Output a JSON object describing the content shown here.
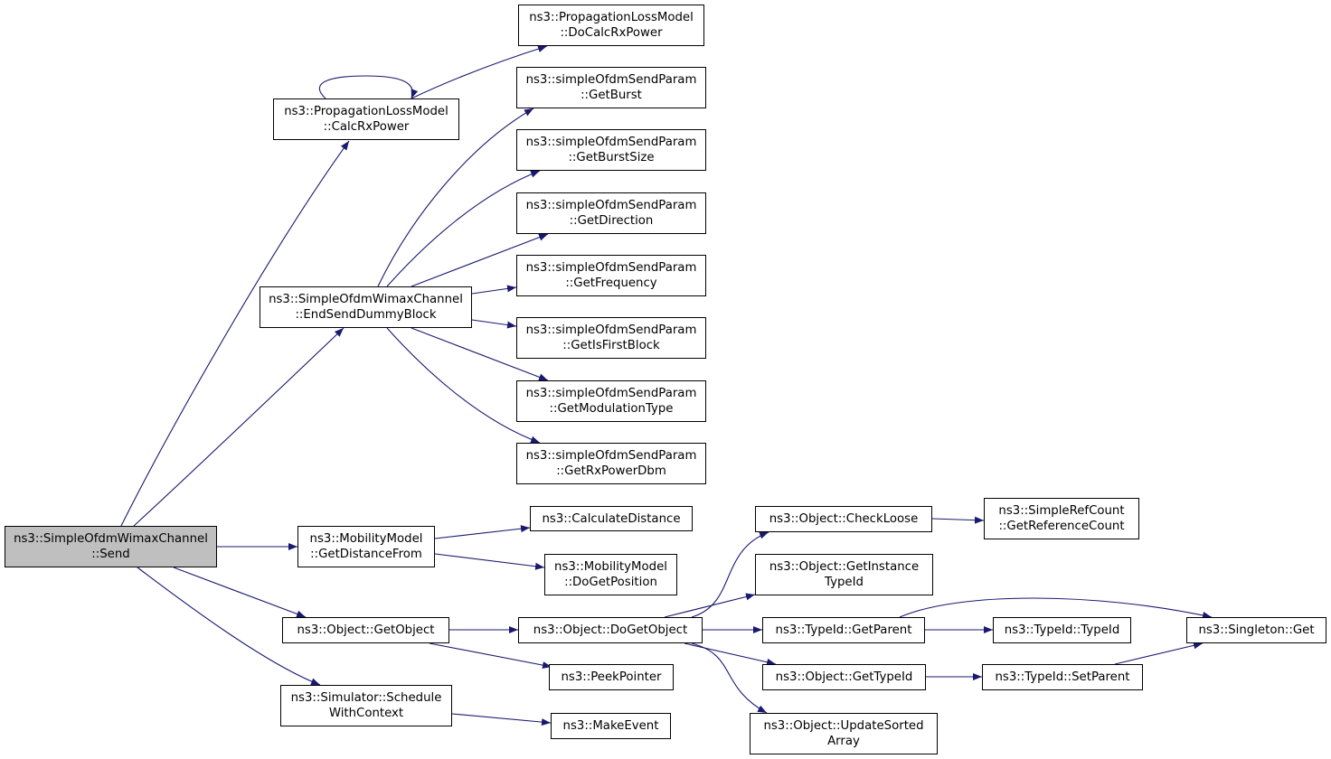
{
  "colors": {
    "edge": "#191970",
    "root_fill": "#bfbfbf",
    "node_fill": "#ffffff",
    "node_border": "#000000"
  },
  "nodes": {
    "send": [
      "ns3::SimpleOfdmWimaxChannel",
      "::Send"
    ],
    "calc_rx_power": [
      "ns3::PropagationLossModel",
      "::CalcRxPower"
    ],
    "do_calc_rx_power": [
      "ns3::PropagationLossModel",
      "::DoCalcRxPower"
    ],
    "end_send_dummy_block": [
      "ns3::SimpleOfdmWimaxChannel",
      "::EndSendDummyBlock"
    ],
    "get_burst": [
      "ns3::simpleOfdmSendParam",
      "::GetBurst"
    ],
    "get_burst_size": [
      "ns3::simpleOfdmSendParam",
      "::GetBurstSize"
    ],
    "get_direction": [
      "ns3::simpleOfdmSendParam",
      "::GetDirection"
    ],
    "get_frequency": [
      "ns3::simpleOfdmSendParam",
      "::GetFrequency"
    ],
    "get_is_first_block": [
      "ns3::simpleOfdmSendParam",
      "::GetIsFirstBlock"
    ],
    "get_modulation_type": [
      "ns3::simpleOfdmSendParam",
      "::GetModulationType"
    ],
    "get_rx_power_dbm": [
      "ns3::simpleOfdmSendParam",
      "::GetRxPowerDbm"
    ],
    "get_distance_from": [
      "ns3::MobilityModel",
      "::GetDistanceFrom"
    ],
    "calculate_distance": [
      "ns3::CalculateDistance"
    ],
    "do_get_position": [
      "ns3::MobilityModel",
      "::DoGetPosition"
    ],
    "get_object": [
      "ns3::Object::GetObject"
    ],
    "do_get_object": [
      "ns3::Object::DoGetObject"
    ],
    "peek_pointer": [
      "ns3::PeekPointer"
    ],
    "schedule_with_context": [
      "ns3::Simulator::Schedule",
      "WithContext"
    ],
    "make_event": [
      "ns3::MakeEvent"
    ],
    "check_loose": [
      "ns3::Object::CheckLoose"
    ],
    "get_reference_count": [
      "ns3::SimpleRefCount",
      "::GetReferenceCount"
    ],
    "get_instance_type_id": [
      "ns3::Object::GetInstance",
      "TypeId"
    ],
    "get_parent": [
      "ns3::TypeId::GetParent"
    ],
    "type_id": [
      "ns3::TypeId::TypeId"
    ],
    "singleton_get": [
      "ns3::Singleton::Get"
    ],
    "get_type_id": [
      "ns3::Object::GetTypeId"
    ],
    "set_parent": [
      "ns3::TypeId::SetParent"
    ],
    "update_sorted_array": [
      "ns3::Object::UpdateSorted",
      "Array"
    ]
  }
}
